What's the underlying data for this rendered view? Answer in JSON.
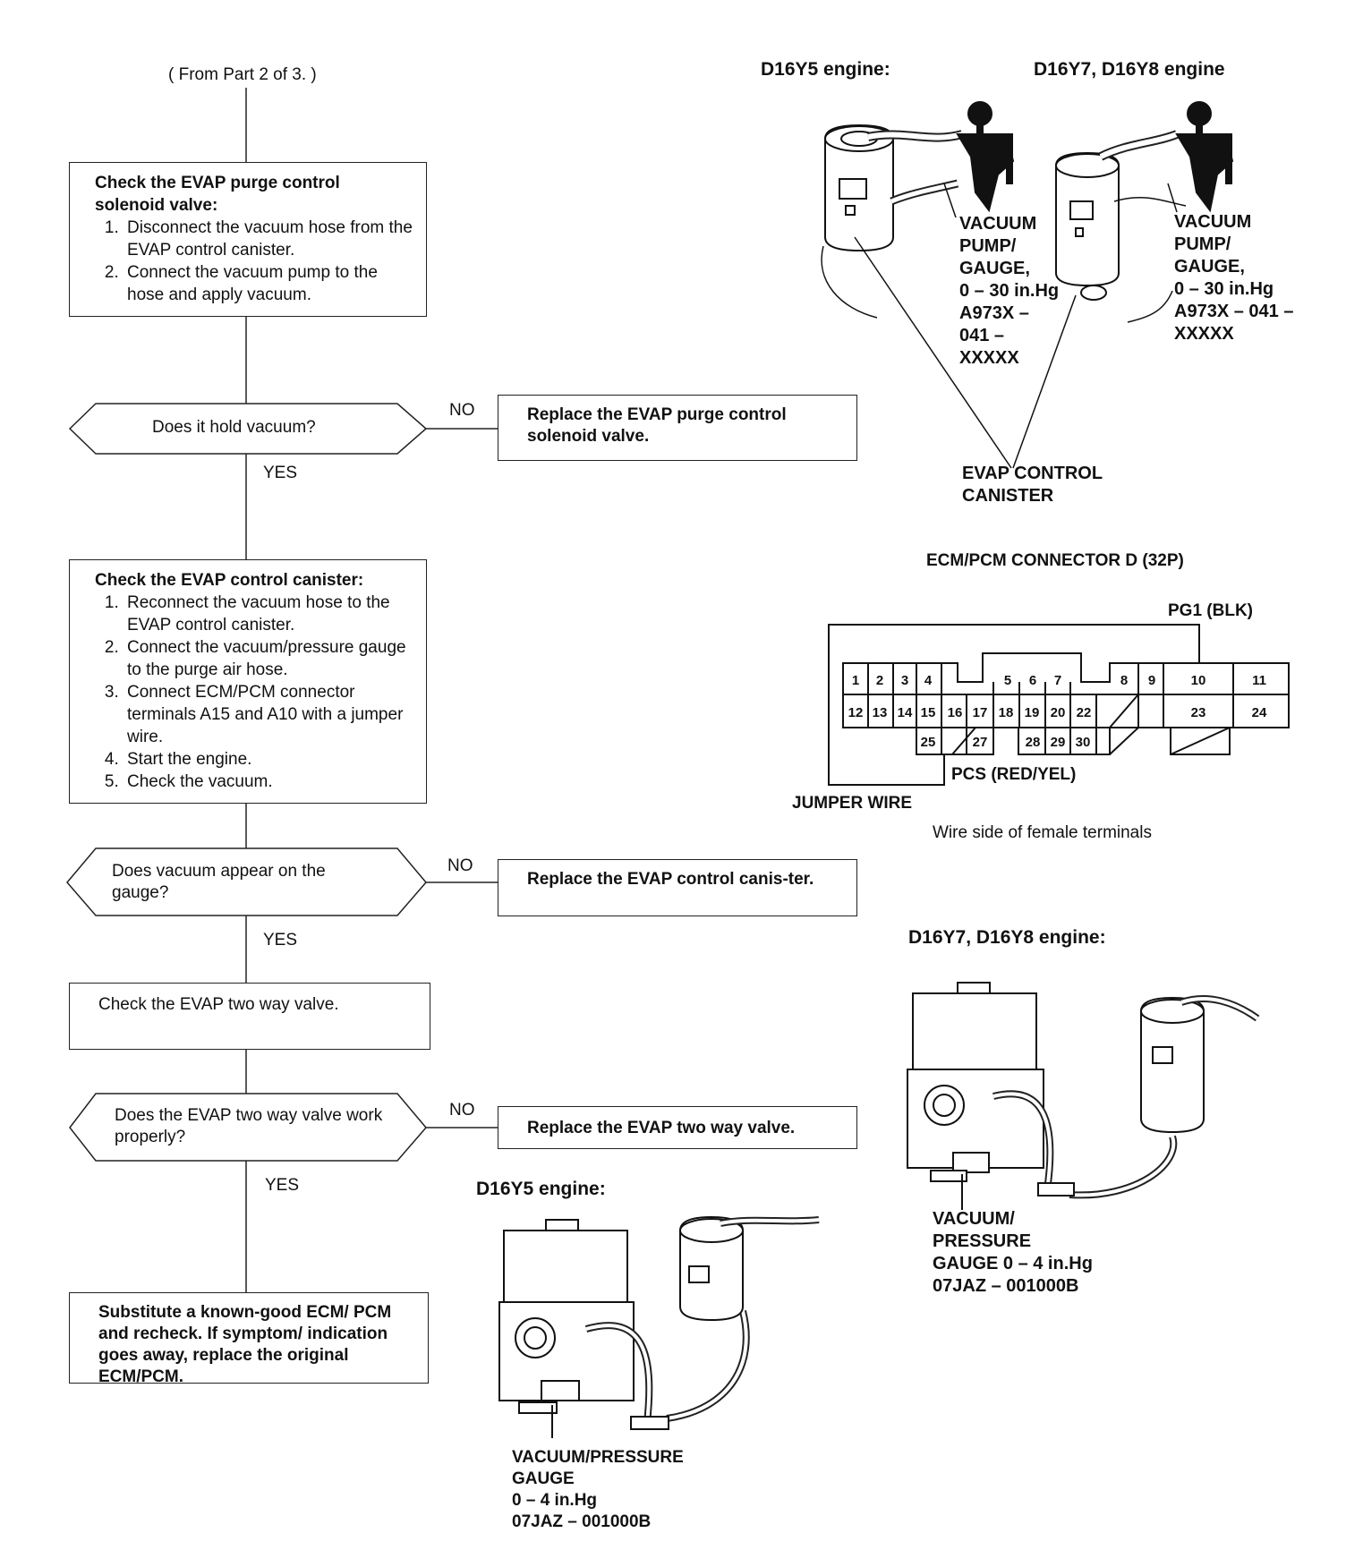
{
  "flow": {
    "from": "( From Part 2 of 3. )",
    "step1": {
      "title": "Check the EVAP purge control solenoid valve:",
      "items": [
        "Disconnect the vacuum hose from the EVAP control canister.",
        "Connect the vacuum pump to the hose and apply vacuum."
      ]
    },
    "q1": "Does it hold vacuum?",
    "r1": "Replace the EVAP purge control solenoid valve.",
    "step2": {
      "title": "Check the EVAP control canister:",
      "items": [
        "Reconnect the vacuum hose to the EVAP control canister.",
        "Connect the vacuum/pressure gauge to the purge air hose.",
        "Connect ECM/PCM connector terminals A15 and A10 with a jumper wire.",
        "Start the engine.",
        "Check the vacuum."
      ]
    },
    "q2": "Does vacuum appear on the gauge?",
    "r2": "Replace the EVAP control canis-ter.",
    "step3": "Check the EVAP two way valve.",
    "q3": "Does the EVAP two way valve work properly?",
    "r3": "Replace the EVAP two way valve.",
    "final": "Substitute a known-good ECM/ PCM and recheck. If symptom/ indication goes away, replace the original ECM/PCM.",
    "no": "NO",
    "yes": "YES"
  },
  "illustrations": {
    "top_d16y5": "D16Y5 engine:",
    "top_d16y7": "D16Y7, D16Y8 engine",
    "pump_left": [
      "VACUUM",
      "PUMP/",
      "GAUGE,",
      "0 – 30 in.Hg",
      "A973X –",
      "041 –",
      "XXXXX"
    ],
    "pump_right": [
      "VACUUM",
      "PUMP/",
      "GAUGE,",
      "0 – 30 in.Hg",
      "A973X – 041 –",
      "XXXXX"
    ],
    "canister": [
      "EVAP CONTROL",
      "CANISTER"
    ],
    "mid_d16y7": "D16Y7, D16Y8 engine:",
    "gauge_right": [
      "VACUUM/",
      "PRESSURE",
      "GAUGE 0 – 4 in.Hg",
      "07JAZ – 001000B"
    ],
    "bottom_d16y5": "D16Y5 engine:",
    "gauge_bottom": [
      "VACUUM/PRESSURE",
      "GAUGE",
      "0 – 4 in.Hg",
      "07JAZ – 001000B"
    ]
  },
  "connector": {
    "title": "ECM/PCM CONNECTOR D (32P)",
    "pg1": "PG1 (BLK)",
    "pcs": "PCS (RED/YEL)",
    "jumper": "JUMPER WIRE",
    "caption": "Wire side of female terminals",
    "row1": [
      "1",
      "2",
      "3",
      "4",
      "5",
      "6",
      "7",
      "8",
      "9",
      "10",
      "11"
    ],
    "row2": [
      "12",
      "13",
      "14",
      "15",
      "16",
      "17",
      "18",
      "19",
      "20",
      "22",
      "23",
      "24"
    ],
    "row3": [
      "25",
      "27",
      "28",
      "29",
      "30"
    ]
  }
}
